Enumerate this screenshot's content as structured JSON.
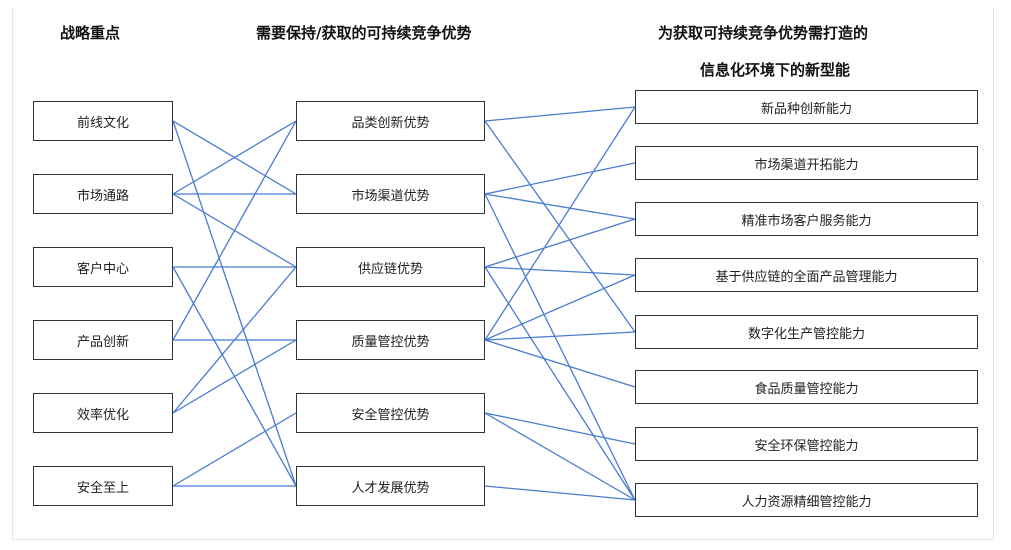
{
  "headers": {
    "left": "战略重点",
    "middle": "需要保持/获取的可持续竞争优势",
    "right_line1": "为获取可持续竞争优势需打造的",
    "right_line2": "信息化环境下的新型能"
  },
  "left_nodes": [
    "前线文化",
    "市场通路",
    "客户中心",
    "产品创新",
    "效率优化",
    "安全至上"
  ],
  "middle_nodes": [
    "品类创新优势",
    "市场渠道优势",
    "供应链优势",
    "质量管控优势",
    "安全管控优势",
    "人才发展优势"
  ],
  "right_nodes": [
    "新品种创新能力",
    "市场渠道开拓能力",
    "精准市场客户服务能力",
    "基于供应链的全面产品管理能力",
    "数字化生产管控能力",
    "食品质量管控能力",
    "安全环保管控能力",
    "人力资源精细管控能力"
  ],
  "edges_left_to_middle": [
    [
      0,
      1
    ],
    [
      0,
      5
    ],
    [
      1,
      0
    ],
    [
      1,
      1
    ],
    [
      1,
      2
    ],
    [
      2,
      2
    ],
    [
      2,
      5
    ],
    [
      3,
      0
    ],
    [
      3,
      3
    ],
    [
      4,
      2
    ],
    [
      4,
      3
    ],
    [
      5,
      4
    ],
    [
      5,
      5
    ]
  ],
  "edges_middle_to_right": [
    [
      0,
      0
    ],
    [
      0,
      4
    ],
    [
      1,
      1
    ],
    [
      1,
      2
    ],
    [
      1,
      7
    ],
    [
      2,
      2
    ],
    [
      2,
      3
    ],
    [
      2,
      7
    ],
    [
      3,
      0
    ],
    [
      3,
      3
    ],
    [
      3,
      4
    ],
    [
      3,
      5
    ],
    [
      4,
      6
    ],
    [
      4,
      7
    ],
    [
      5,
      7
    ]
  ],
  "colors": {
    "line": "#4a7bd0",
    "box_border": "#333333"
  }
}
